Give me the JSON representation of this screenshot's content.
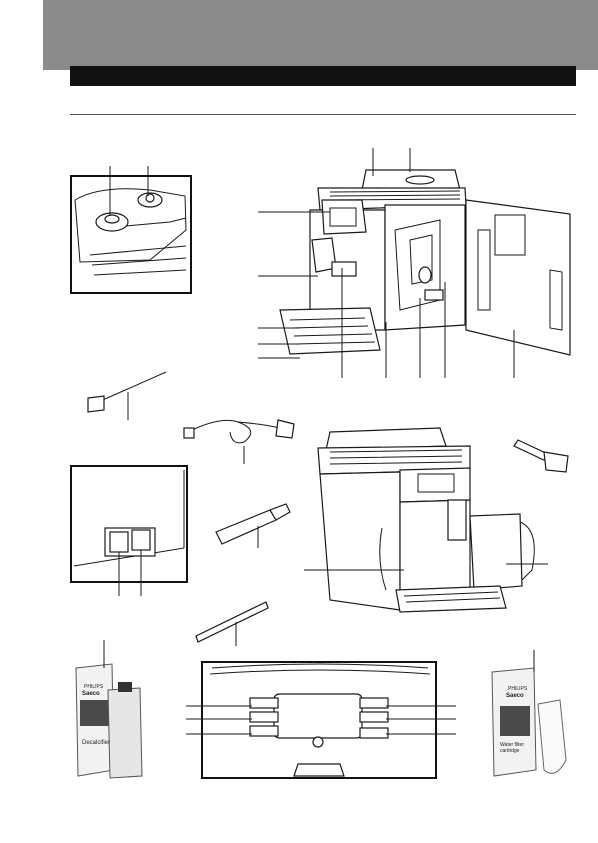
{
  "packages": {
    "descaler": {
      "brand_philips": "PHILIPS",
      "brand_saeco": "Saeco",
      "product": "Decalcifier"
    },
    "water_filter": {
      "brand_philips": "PHILIPS",
      "brand_saeco": "Saeco",
      "product": "Water filter cartridge"
    }
  },
  "colors": {
    "header_gray": "#8b8b8b",
    "bar_black": "#111111"
  }
}
